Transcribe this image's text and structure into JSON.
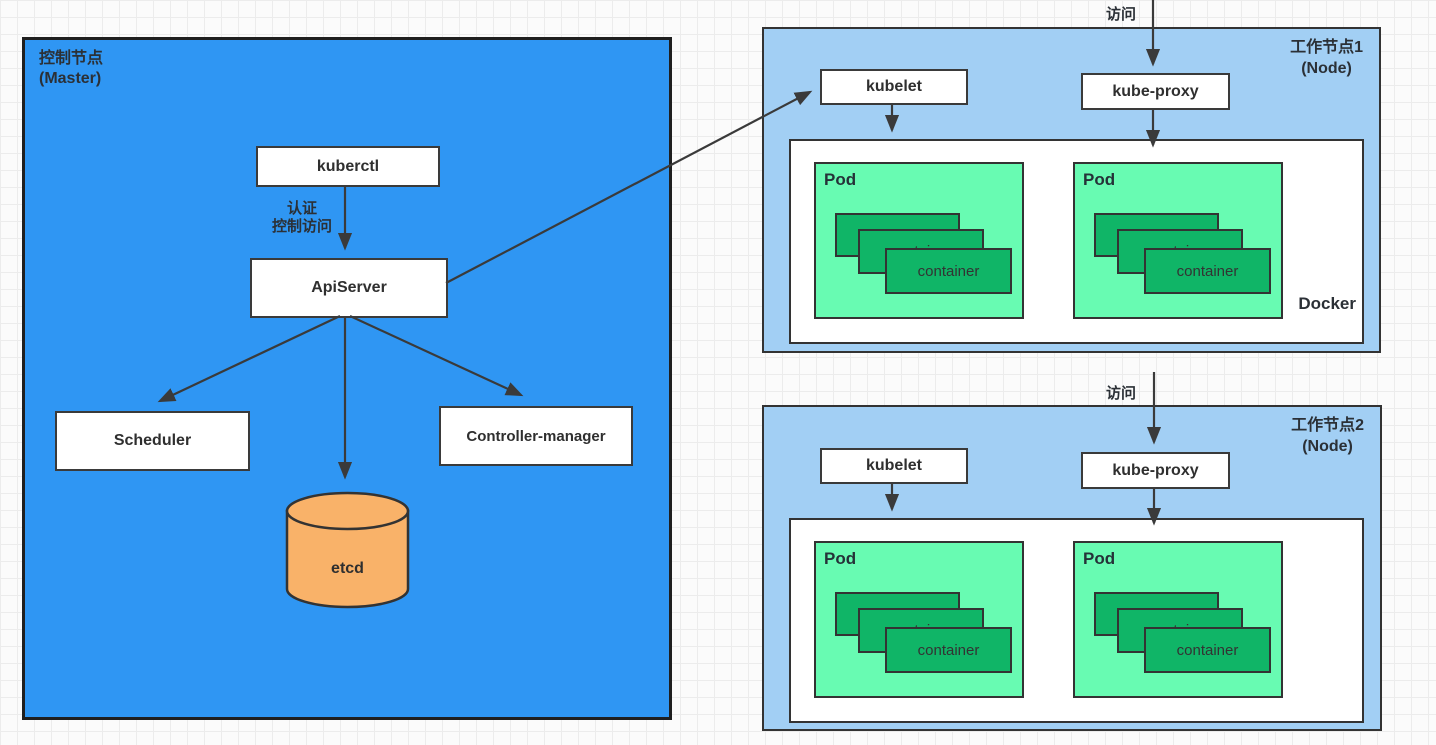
{
  "master": {
    "title": [
      "控制节点",
      "(Master)"
    ],
    "kuberctl": "kuberctl",
    "auth_note": [
      "认证",
      "控制访问"
    ],
    "apiserver": "ApiServer",
    "scheduler": "Scheduler",
    "controller_manager": "Controller-manager",
    "etcd": "etcd"
  },
  "nodes": [
    {
      "access": "访问",
      "title": [
        "工作节点1",
        "(Node)"
      ],
      "kubelet": "kubelet",
      "kube_proxy": "kube-proxy",
      "docker": "Docker"
    },
    {
      "access": "访问",
      "title": [
        "工作节点2",
        "(Node)"
      ],
      "kubelet": "kubelet",
      "kube_proxy": "kube-proxy"
    }
  ],
  "labels": {
    "pod": "Pod",
    "container": "container"
  },
  "colors": {
    "master_fill": "#2f96f3",
    "node_fill": "#a2cff4",
    "pod_fill": "#68fbb2",
    "container_fill": "#10b567",
    "etcd_fill": "#f9b269",
    "box_fill": "#ffffff",
    "border": "#333333",
    "arrow": "#3a3a3a"
  }
}
